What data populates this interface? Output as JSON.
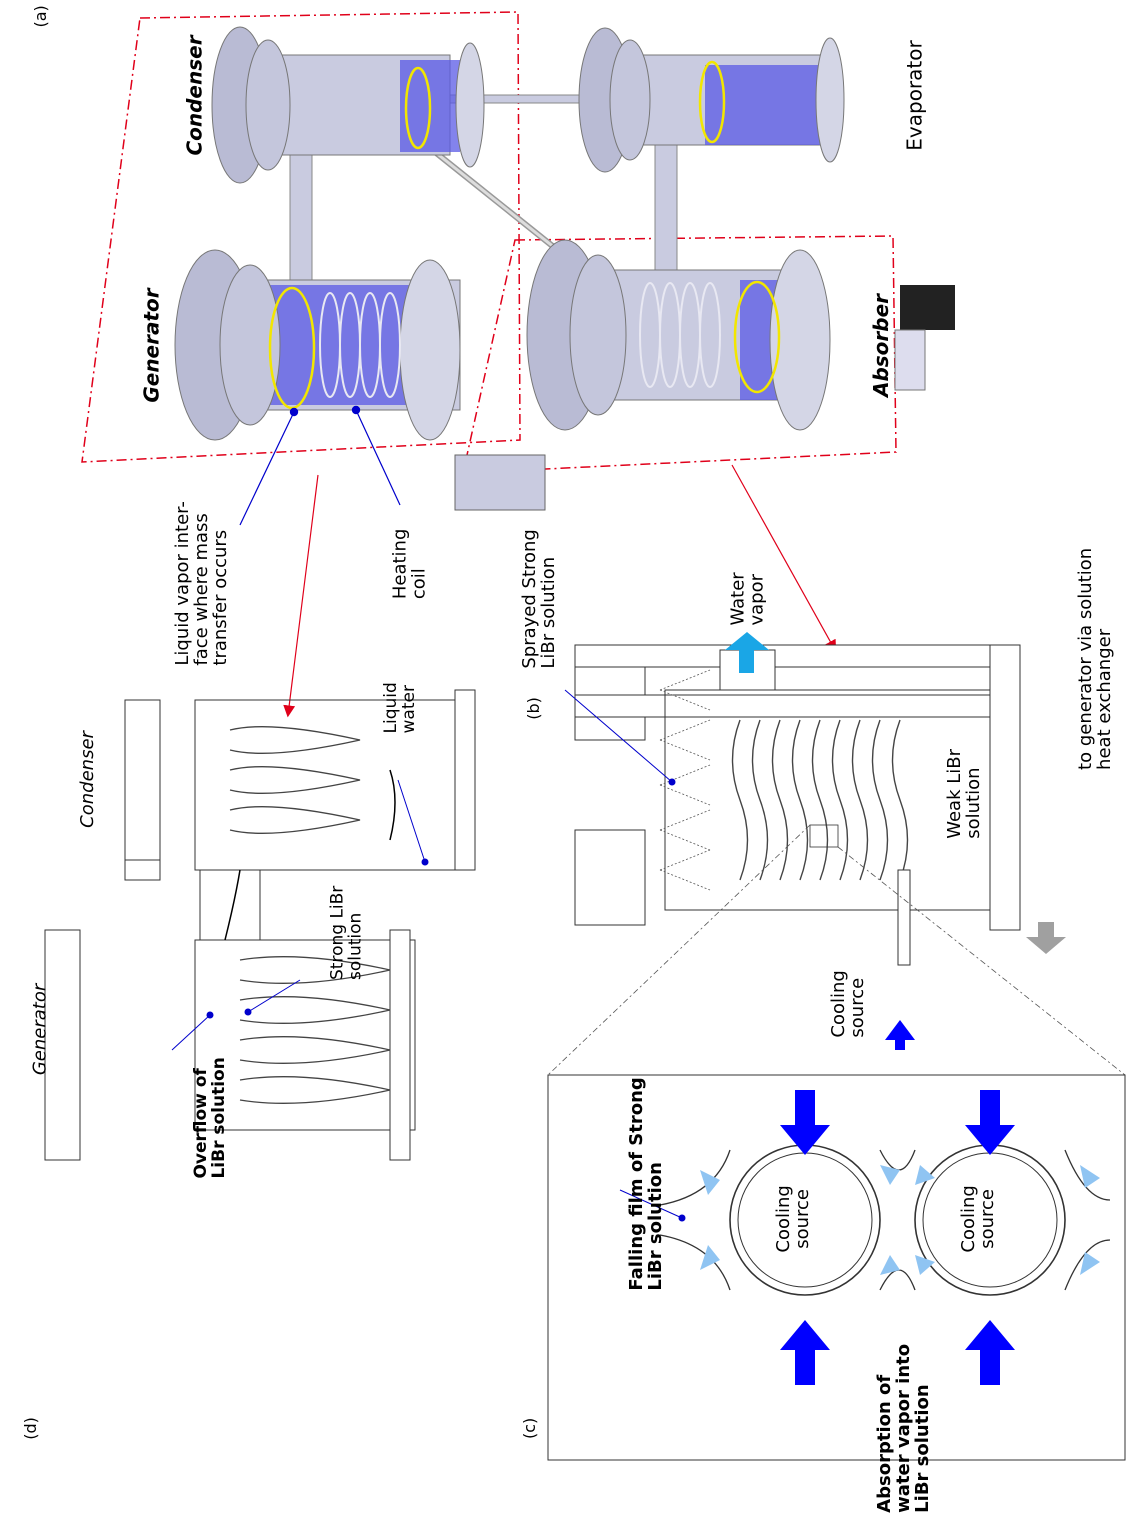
{
  "panel_labels": {
    "a": "(a)",
    "b": "(b)",
    "c": "(c)",
    "d": "(d)"
  },
  "panel_a": {
    "condenser": "Condenser",
    "evaporator": "Evaporator",
    "generator": "Generator",
    "absorber": "Absorber",
    "interface_note": [
      "Liquid vapor inter-",
      "face where mass",
      "transfer occurs"
    ],
    "heating_coil": [
      "Heating",
      "coil"
    ]
  },
  "panel_b": {
    "sprayed": [
      "Sprayed Strong",
      "LiBr solution"
    ],
    "water_vapor": [
      "Water",
      "vapor"
    ],
    "weak": [
      "Weak LiBr",
      "solution"
    ],
    "cooling": [
      "Cooling",
      "source"
    ],
    "to_generator": [
      "to generator via solution",
      "heat exchanger"
    ]
  },
  "panel_c": {
    "falling_film": [
      "Falling film of Strong",
      "LiBr solution"
    ],
    "absorption": [
      "Absorption of",
      "water vapor into",
      "LiBr solution"
    ],
    "cooling_source": [
      "Cooling",
      "source"
    ]
  },
  "panel_d": {
    "generator": "Generator",
    "condenser": "Condenser",
    "liquid_water": [
      "Liquid",
      "water"
    ],
    "strong": [
      "Strong LiBr",
      "solution"
    ],
    "overflow": [
      "Overflow of",
      "LiBr solution"
    ]
  },
  "colors": {
    "vessel": "#c9cbe0",
    "vessel_dark": "#9a9cb8",
    "liquid": "#5a5ae6",
    "interface": "#f2e600",
    "dashbox": "#e0001a",
    "leader": "#0000cc",
    "arrow_blue": "#0000ff",
    "arrow_light": "#8fc4f2",
    "arrow_cyan": "#1aa6e6",
    "arrow_grey": "#a0a0a0"
  }
}
